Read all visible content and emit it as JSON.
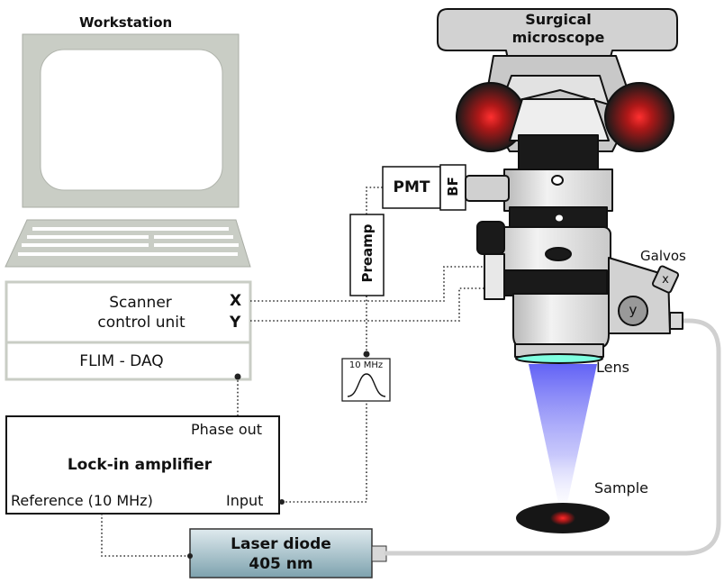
{
  "labels": {
    "workstation": "Workstation",
    "scanner_line1": "Scanner",
    "scanner_line2": "control unit",
    "axis_x": "X",
    "axis_y": "Y",
    "flim_daq": "FLIM - DAQ",
    "phase_out": "Phase out",
    "lockin": "Lock-in amplifier",
    "reference": "Reference (10 MHz)",
    "input": "Input",
    "laser_line1": "Laser diode",
    "laser_line2": "405 nm",
    "preamp": "Preamp",
    "filter": "10 MHz",
    "pmt": "PMT",
    "bf": "BF",
    "microscope_line1": "Surgical",
    "microscope_line2": "microscope",
    "galvos": "Galvos",
    "galvo_x": "x",
    "galvo_y": "y",
    "lens": "Lens",
    "sample": "Sample"
  },
  "colors": {
    "monitor_gray": "#c9cdc5",
    "laser_light": "#8fb0bb",
    "beam_violet": "#6060ff",
    "lens_ring": "#7fffe0",
    "hotspot_red": "#e0242a"
  }
}
